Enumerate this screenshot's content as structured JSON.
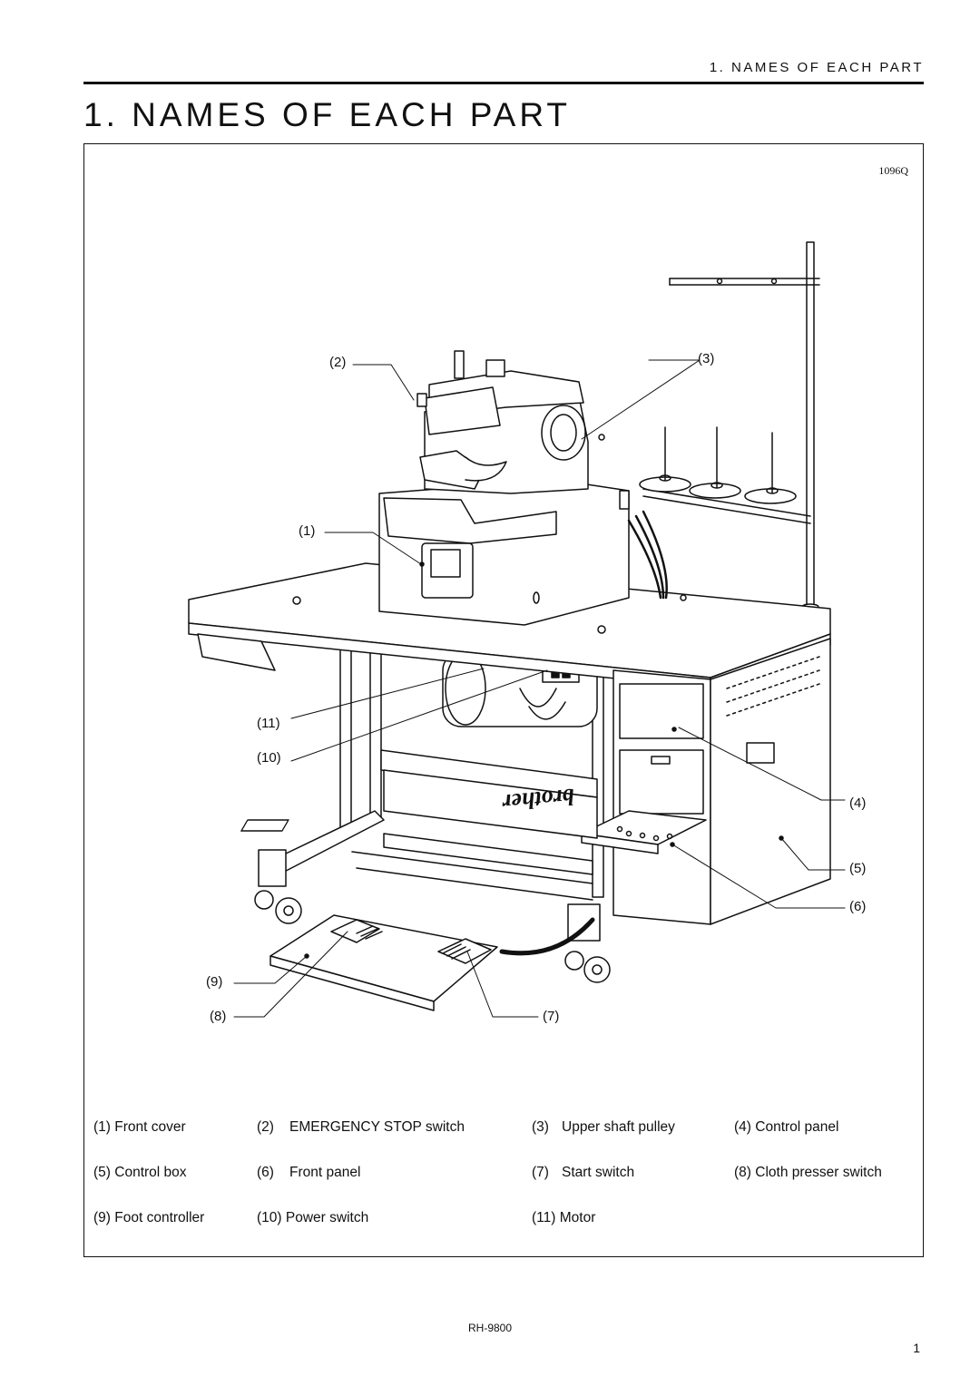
{
  "header": {
    "running_head": "1. NAMES OF EACH PART",
    "title": "1. NAMES OF EACH PART"
  },
  "figure": {
    "code": "1096Q",
    "callouts": [
      "(1)",
      "(2)",
      "(3)",
      "(4)",
      "(5)",
      "(6)",
      "(7)",
      "(8)",
      "(9)",
      "(10)",
      "(11)"
    ],
    "brand_mark": "brother"
  },
  "legend": {
    "rows": [
      [
        {
          "num": "(1)",
          "label": "Front cover"
        },
        {
          "num": "(2)",
          "label": "EMERGENCY STOP switch"
        },
        {
          "num": "(3)",
          "label": "Upper shaft pulley"
        },
        {
          "num": "(4)",
          "label": "Control panel"
        }
      ],
      [
        {
          "num": "(5)",
          "label": "Control box"
        },
        {
          "num": "(6)",
          "label": "Front panel"
        },
        {
          "num": "(7)",
          "label": "Start switch"
        },
        {
          "num": "(8)",
          "label": "Cloth presser switch"
        }
      ],
      [
        {
          "num": "(9)",
          "label": "Foot controller"
        },
        {
          "num": "(10)",
          "label": "Power switch"
        },
        {
          "num": "(11)",
          "label": "Motor"
        }
      ]
    ]
  },
  "footer": {
    "model": "RH-9800",
    "page_number": "1"
  }
}
